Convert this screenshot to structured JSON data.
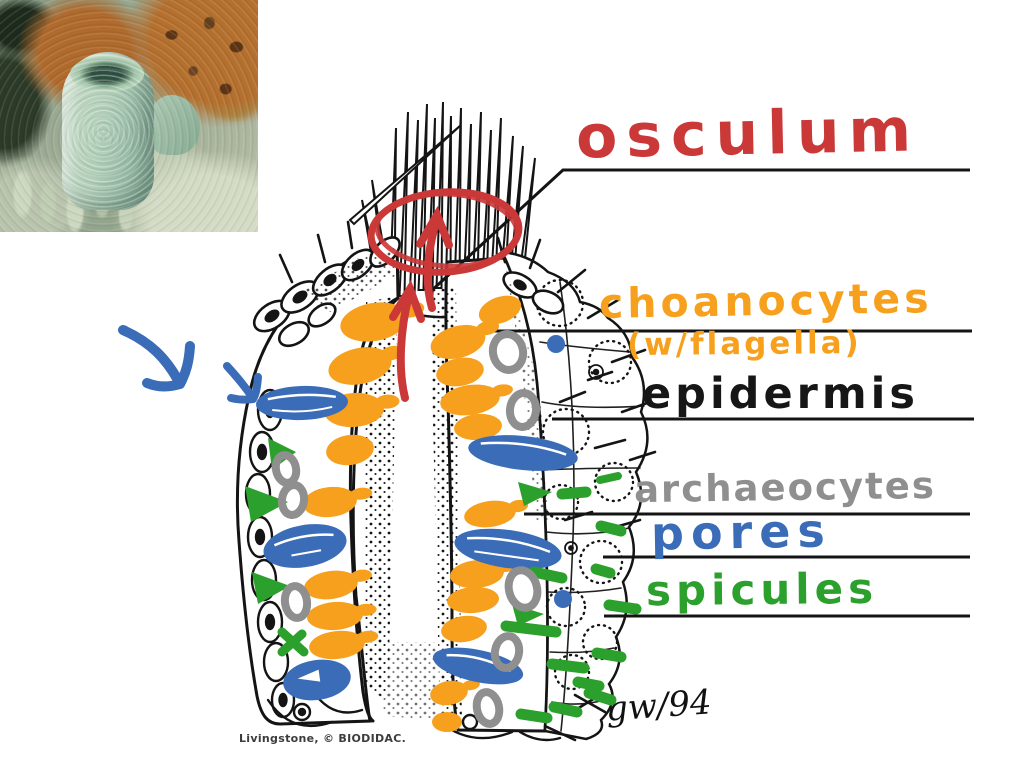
{
  "photo": {
    "description": "underwater photo of a pale green tube sponge among orange sponges and coral"
  },
  "labels": {
    "osculum": {
      "text": "osculum",
      "color": "#cb3838"
    },
    "choanocytes": {
      "text": "choanocytes",
      "color": "#f7a01e"
    },
    "flagella_sub": {
      "text": "(w/flagella)",
      "color": "#f7a01e"
    },
    "epidermis": {
      "text": "epidermis",
      "color": "#161616"
    },
    "archaeocytes": {
      "text": "archaeocytes",
      "color": "#8f8f8f"
    },
    "pores": {
      "text": "pores",
      "color": "#3a6cb8"
    },
    "spicules": {
      "text": "spicules",
      "color": "#2ca02c"
    }
  },
  "credits": {
    "attribution": "Livingstone, © BIODIDAC.",
    "signature": "gw/94"
  },
  "annotation_colors": {
    "choanocyte_orange": "#f7a01e",
    "pore_blue": "#3a6cb8",
    "spicule_green": "#2ca02c",
    "archaeocyte_gray": "#8f8f8f",
    "flow_red": "#cb3838",
    "drawing_ink": "#141414"
  }
}
